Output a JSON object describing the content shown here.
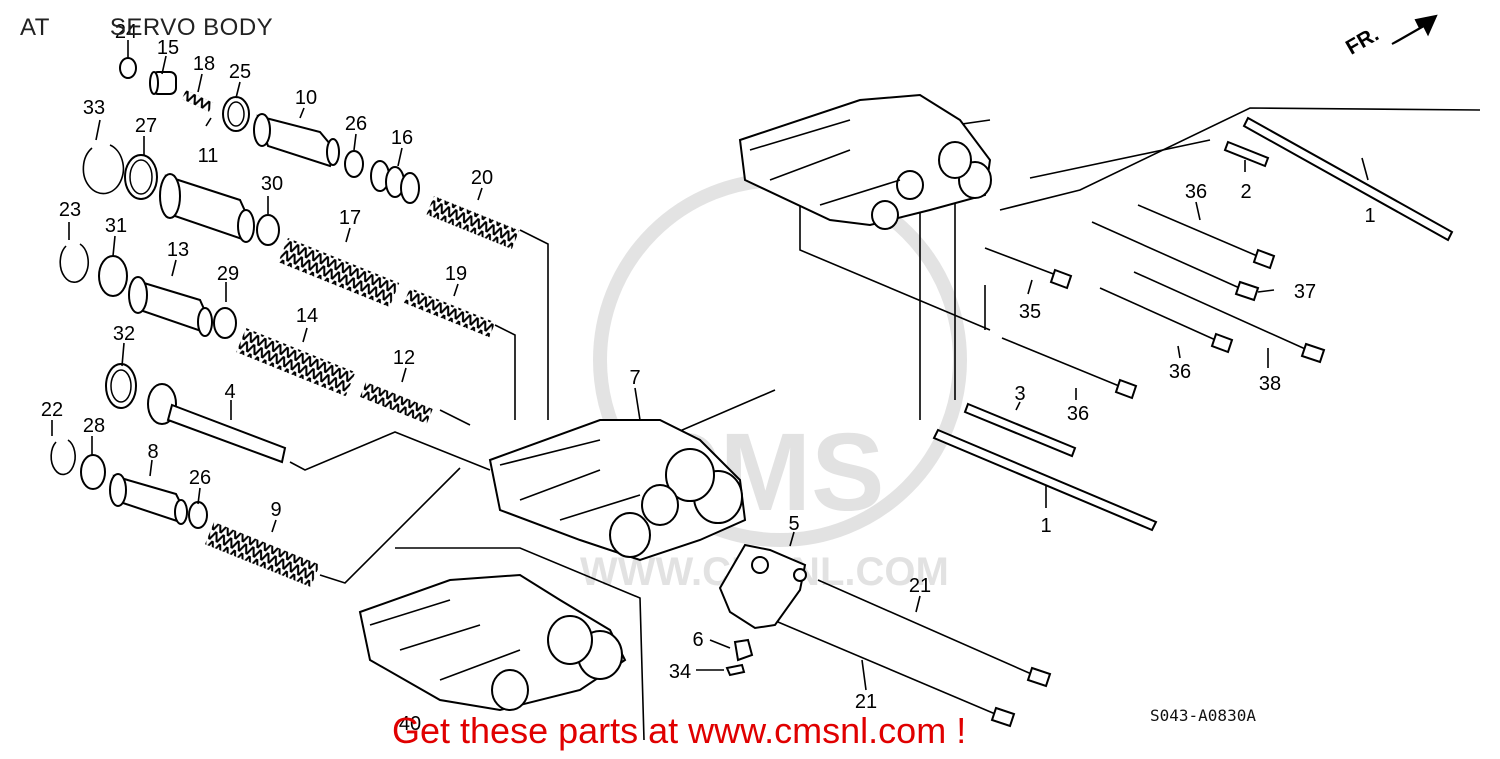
{
  "title": {
    "left": "AT",
    "right": "SERVO BODY"
  },
  "orientation": {
    "label": "FR."
  },
  "diagram_code": "S043-A0830A",
  "promo": "Get these parts at www.cmsnl.com !",
  "watermark": {
    "text1": "CMS",
    "text2": "WWW.CMSNL.COM"
  },
  "callouts": {
    "c1a": "1",
    "c1b": "1",
    "c2": "2",
    "c3": "3",
    "c4": "4",
    "c5": "5",
    "c6": "6",
    "c7": "7",
    "c8": "8",
    "c9": "9",
    "c10": "10",
    "c11": "11",
    "c12": "12",
    "c13": "13",
    "c14": "14",
    "c15": "15",
    "c16": "16",
    "c17": "17",
    "c18": "18",
    "c19": "19",
    "c20": "20",
    "c21a": "21",
    "c21b": "21",
    "c22": "22",
    "c23": "23",
    "c24": "24",
    "c25": "25",
    "c26a": "26",
    "c26b": "26",
    "c27": "27",
    "c28": "28",
    "c29": "29",
    "c30": "30",
    "c31": "31",
    "c32": "32",
    "c33": "33",
    "c34": "34",
    "c35": "35",
    "c36a": "36",
    "c36b": "36",
    "c36c": "36",
    "c37": "37",
    "c38": "38",
    "c40": "40"
  }
}
